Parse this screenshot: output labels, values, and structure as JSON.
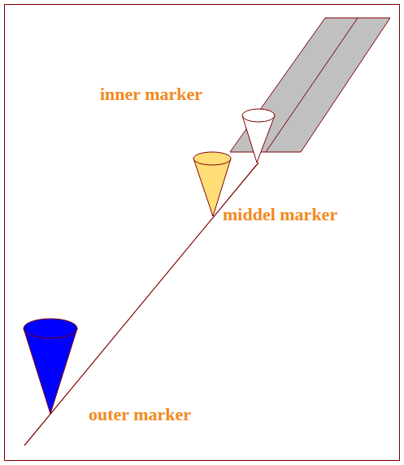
{
  "diagram": {
    "labels": [
      "inner marker",
      "middel marker",
      "outer marker"
    ]
  }
}
